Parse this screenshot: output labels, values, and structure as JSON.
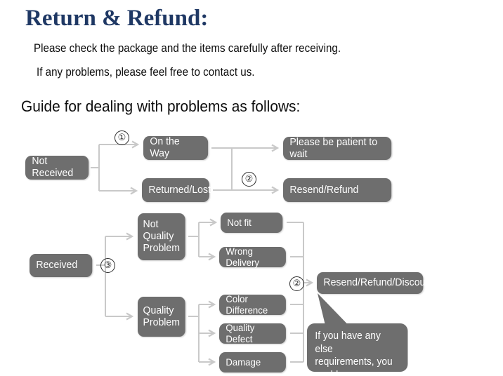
{
  "header": {
    "title": "Return & Refund:",
    "title_color": "#1F3864",
    "lines": [
      "Please check the package and the items carefully after receiving.",
      "If any problems, please feel free to contact us."
    ],
    "guide_heading": "Guide for dealing with problems as follows:"
  },
  "flowchart": {
    "node_color": "#6E6E6E",
    "connector_color": "#C9C9C9",
    "nodes": {
      "not_received": "Not Received",
      "on_the_way": "On the Way",
      "returned_lost": "Returned/Lost",
      "please_wait": "Please be patient to wait",
      "resend_refund": "Resend/Refund",
      "received": "Received",
      "not_quality_problem": "Not\nQuality\nProblem",
      "quality_problem": "Quality\nProblem",
      "not_fit": "Not fit",
      "wrong_delivery": "Wrong Delivery",
      "color_difference": "Color Difference",
      "quality_defect": "Quality Defect",
      "damage": "Damage",
      "resend_refund_discount": "Resend/Refund/Discount"
    },
    "markers": {
      "one": "①",
      "two_top": "②",
      "three": "③",
      "two_bottom": "②"
    },
    "callout": "If you have any else\nrequirements, you could\nalso tell us!"
  }
}
